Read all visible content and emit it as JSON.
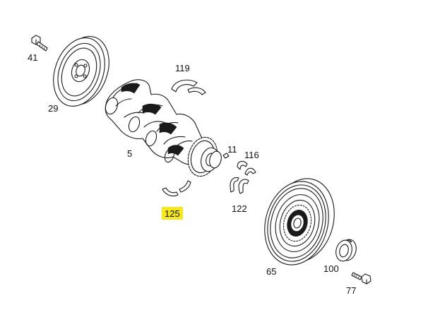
{
  "parts": [
    {
      "id": "41",
      "name": "bolt-41"
    },
    {
      "id": "29",
      "name": "pulley-29"
    },
    {
      "id": "119",
      "name": "bearing-shells-119"
    },
    {
      "id": "5",
      "name": "crankshaft-5"
    },
    {
      "id": "11",
      "name": "pin-11"
    },
    {
      "id": "116",
      "name": "thrust-washers-116"
    },
    {
      "id": "122",
      "name": "bearing-shells-122"
    },
    {
      "id": "125",
      "name": "bearing-shells-125",
      "highlighted": true
    },
    {
      "id": "65",
      "name": "vibration-damper-65"
    },
    {
      "id": "100",
      "name": "sleeve-100"
    },
    {
      "id": "77",
      "name": "bolt-77"
    }
  ],
  "highlight_color": "#f6e81b"
}
